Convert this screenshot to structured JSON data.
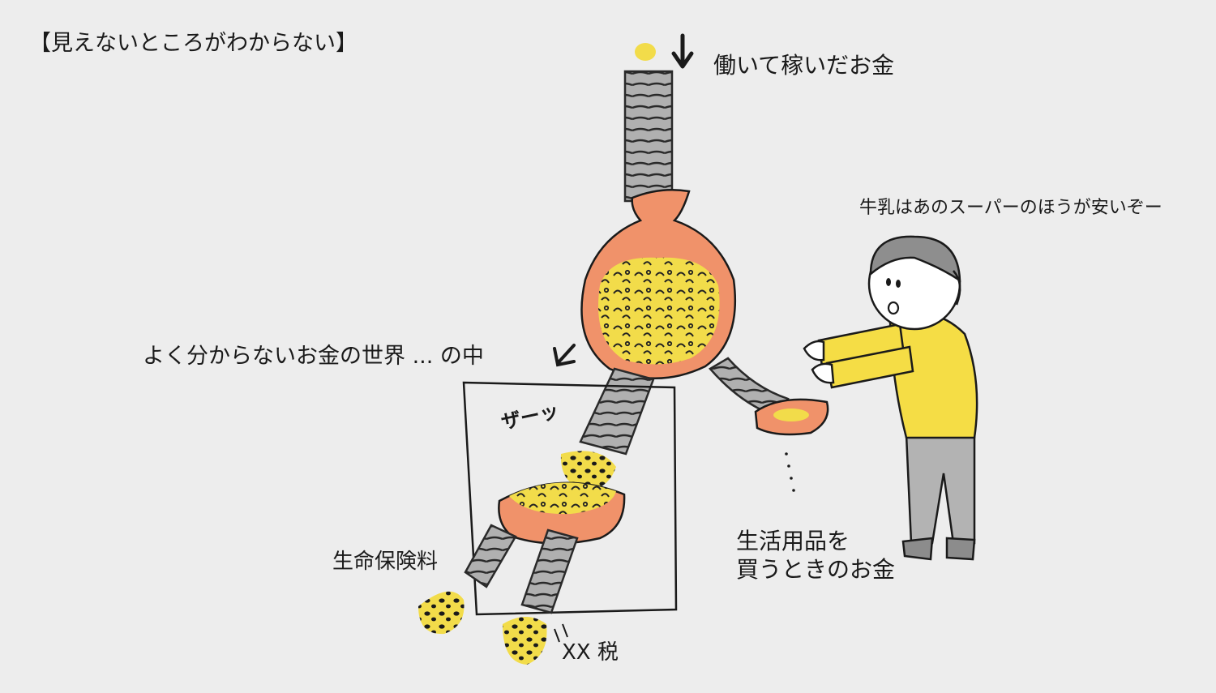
{
  "title": "【見えないところがわからない】",
  "labels": {
    "earned_money": "働いて稼いだお金",
    "speech": "牛乳はあのスーパーのほうが安いぞー",
    "unknown_world": "よく分からないお金の世界 ... の中",
    "whoosh": "ザーッ",
    "daily_money_line1": "生活用品を",
    "daily_money_line2": "買うときのお金",
    "life_insurance": "生命保険料",
    "tax": "XX 税"
  },
  "colors": {
    "background": "#ededed",
    "bag": "#f0926a",
    "coins": "#f2dc4a",
    "pipe": "#a9a9a9",
    "shirt": "#f5dd45",
    "pants": "#b3b3b3",
    "hair": "#8e8e8e",
    "ink": "#1a1a1a"
  },
  "icons": [
    "coin-icon",
    "arrow-down-icon",
    "money-bag",
    "tray",
    "person-figure"
  ]
}
